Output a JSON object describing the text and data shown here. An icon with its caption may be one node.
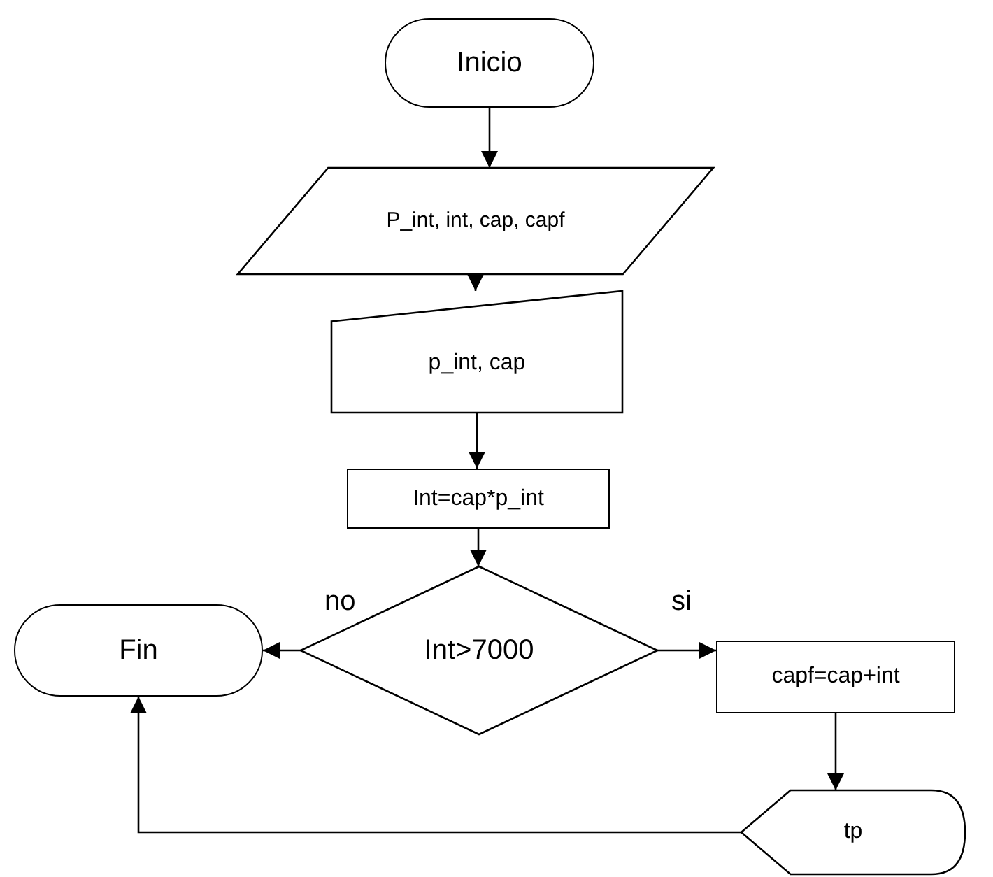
{
  "diagram": {
    "nodes": [
      {
        "text": [
          "Inicio"
        ]
      },
      {
        "text": [
          "P_int, int, cap, capf"
        ]
      },
      {
        "text": [
          "p_int, cap"
        ]
      },
      {
        "text": [
          "Int=cap*p_int"
        ]
      },
      {
        "text": [
          "Int>7000"
        ]
      },
      {
        "text": [
          "Fin"
        ]
      },
      {
        "text": [
          "capf=cap+int"
        ]
      },
      {
        "text": [
          "tp"
        ]
      }
    ],
    "edges": [
      {
        "from": 0,
        "to": 1,
        "arrow": "to"
      },
      {
        "from": 1,
        "to": 2,
        "arrow": "to"
      },
      {
        "from": 2,
        "to": 3,
        "arrow": "to"
      },
      {
        "from": 3,
        "to": 4,
        "arrow": "to"
      },
      {
        "from": 4,
        "to": 5,
        "arrow": "to",
        "label": "no"
      },
      {
        "from": 4,
        "to": 6,
        "arrow": "to",
        "label": "si"
      },
      {
        "from": 6,
        "to": 7,
        "arrow": "to"
      },
      {
        "from": 7,
        "to": 5,
        "arrow": "to"
      }
    ]
  }
}
